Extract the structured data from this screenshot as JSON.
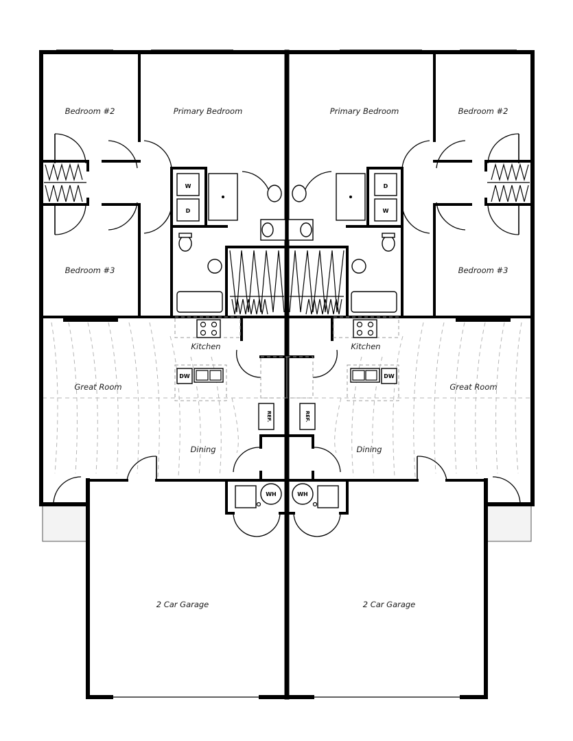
{
  "units": {
    "left": {
      "rooms": {
        "bedroom2": "Bedroom #2",
        "primary_bedroom": "Primary Bedroom",
        "bedroom3": "Bedroom #3",
        "kitchen": "Kitchen",
        "great_room": "Great Room",
        "dining": "Dining",
        "garage": "2 Car Garage"
      },
      "appliances": {
        "washer": "W",
        "dryer": "D",
        "dishwasher": "DW",
        "refrigerator": "REF.",
        "water_heater": "WH"
      }
    },
    "right": {
      "rooms": {
        "bedroom2": "Bedroom #2",
        "primary_bedroom": "Primary Bedroom",
        "bedroom3": "Bedroom #3",
        "kitchen": "Kitchen",
        "great_room": "Great Room",
        "dining": "Dining",
        "garage": "2 Car Garage"
      },
      "appliances": {
        "washer": "W",
        "dryer": "D",
        "dishwasher": "DW",
        "refrigerator": "REF.",
        "water_heater": "WH"
      }
    }
  }
}
